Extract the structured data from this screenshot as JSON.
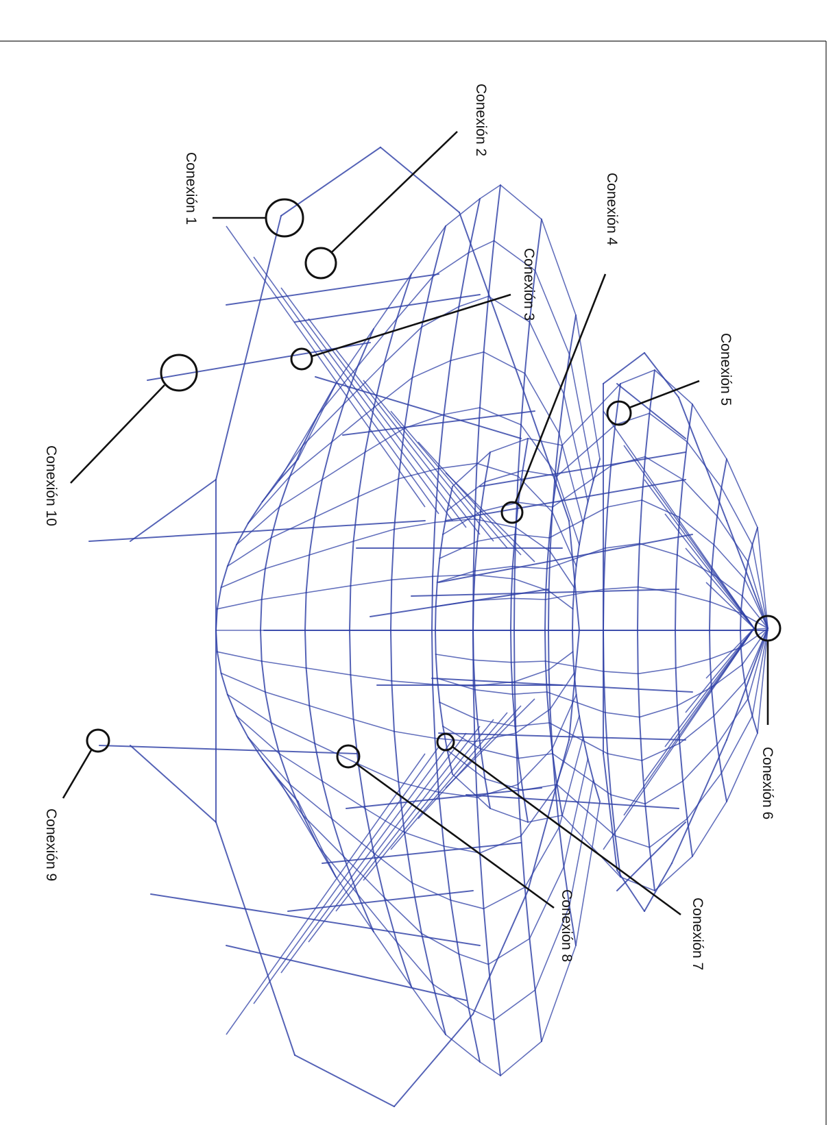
{
  "figure": {
    "line_color": "#2e3fa6",
    "callout_color": "#111111",
    "labels": [
      "Conexión 1",
      "Conexión 2",
      "Conexión 3",
      "Conexión 4",
      "Conexión 5",
      "Conexión 6",
      "Conexión 7",
      "Conexión 8",
      "Conexión 9",
      "Conexión 10"
    ]
  }
}
